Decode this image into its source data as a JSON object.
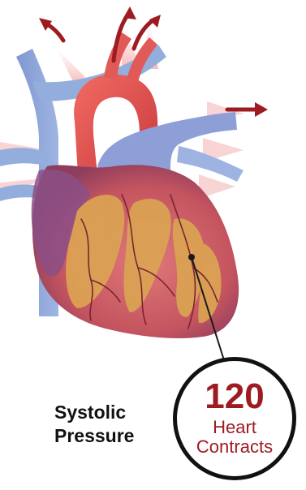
{
  "label": {
    "line1": "Systolic",
    "line2": "Pressure"
  },
  "reading": {
    "value": "120",
    "caption_line1": "Heart",
    "caption_line2": "Contracts"
  },
  "colors": {
    "accent": "#9e1b22",
    "aorta": "#e0504f",
    "vein": "#7b8fc8",
    "muscle": "#d9a64a",
    "text": "#111111"
  },
  "icons": [
    "arrow-icon",
    "heart-illustration"
  ]
}
